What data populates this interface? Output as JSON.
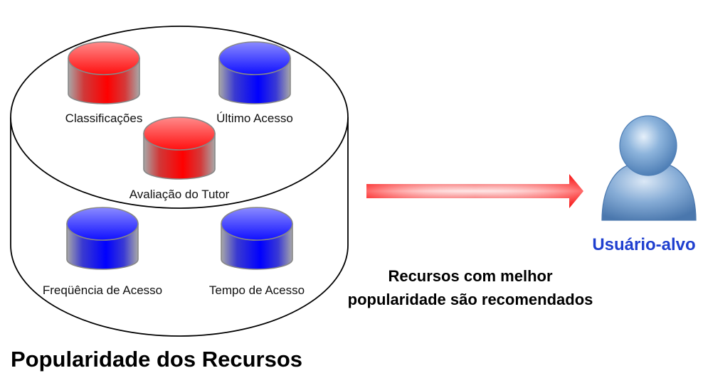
{
  "database": {
    "title": "Popularidade dos Recursos",
    "sources": [
      {
        "label": "Classificações",
        "color": "red"
      },
      {
        "label": "Último Acesso",
        "color": "blue"
      },
      {
        "label": "Avaliação do Tutor",
        "color": "red"
      },
      {
        "label": "Freqüência de Acesso",
        "color": "blue"
      },
      {
        "label": "Tempo de Acesso",
        "color": "blue"
      }
    ]
  },
  "arrow": {
    "caption_line1": "Recursos com melhor",
    "caption_line2": "popularidade são recomendados"
  },
  "user": {
    "label": "Usuário-alvo",
    "icon": "user-icon"
  },
  "colors": {
    "red": "#ff0000",
    "blue": "#0000ff",
    "user_label": "#1f3fcf",
    "user_figure": "#6f9fd0"
  }
}
